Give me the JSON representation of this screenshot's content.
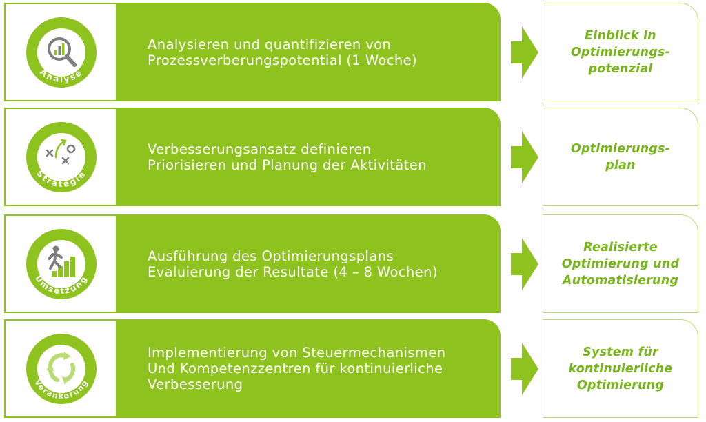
{
  "steps": [
    {
      "badge_label": "Analyse",
      "icon": "magnifier-chart-icon",
      "description": [
        "Analysieren und quantifizieren von",
        "Prozessverberungspotential (1 Woche)"
      ],
      "result": [
        "Einblick in",
        "Optimierungs-",
        "potenzial"
      ]
    },
    {
      "badge_label": "Strategie",
      "icon": "tactics-play-icon",
      "description": [
        "Verbesserungsansatz definieren",
        "Priorisieren und Planung der Aktivitäten"
      ],
      "result": [
        "Optimierungs-",
        "plan"
      ]
    },
    {
      "badge_label": "Umsetzung",
      "icon": "person-climbing-stairs-icon",
      "description": [
        "Ausführung des Optimierungsplans",
        "Evaluierung der Resultate (4 – 8 Wochen)"
      ],
      "result": [
        "Realisierte",
        "Optimierung und",
        "Automatisierung"
      ]
    },
    {
      "badge_label": "Verankerung",
      "icon": "recycle-arrows-icon",
      "description": [
        "Implementierung von Steuermechanismen",
        "Und Kompetenzzentren für kontinuierliche",
        "Verbesserung"
      ],
      "result": [
        "System für",
        "kontinuierliche",
        "Optimierung"
      ]
    }
  ],
  "colors": {
    "green": "#8dc21f",
    "result_text": "#78b51b",
    "icon_gray": "#7f7f7f"
  }
}
